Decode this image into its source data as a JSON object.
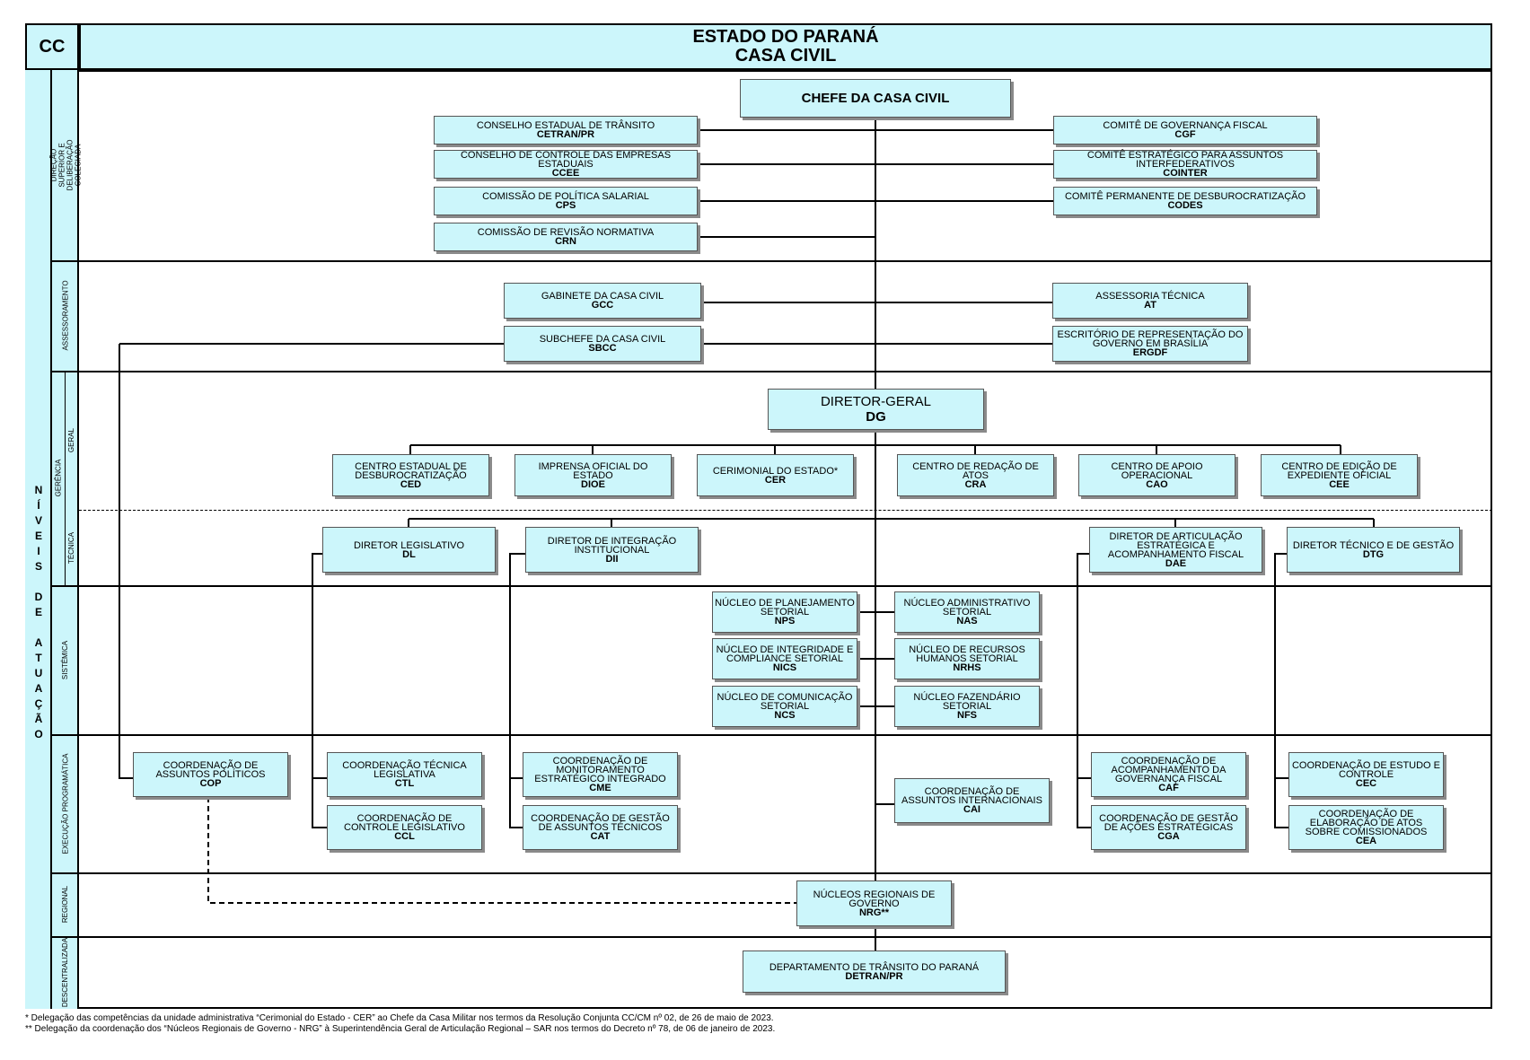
{
  "header": {
    "code": "CC",
    "title_line1": "ESTADO DO PARANÁ",
    "title_line2": "CASA CIVIL"
  },
  "side_label": "NÍVEIS DE ATUAÇÃO",
  "levels": {
    "direcao": "DIREÇÃO SUPERIOR E DELIBERAÇÃO COLEGIADA",
    "assessoramento": "ASSESSORAMENTO",
    "gerencia": "GERÊNCIA",
    "geral": "GERAL",
    "tecnica": "TÉCNICA",
    "sistemica": "SISTÊMICA",
    "execucao": "EXECUÇÃO PROGRAMÁTICA",
    "regional": "REGIONAL",
    "descentralizada": "DESCENTRALIZADA"
  },
  "units": {
    "chefe": {
      "name": "CHEFE DA CASA CIVIL"
    },
    "cetran": {
      "name": "CONSELHO ESTADUAL DE TRÂNSITO",
      "abbr": "CETRAN/PR"
    },
    "ccee": {
      "name": "CONSELHO DE CONTROLE DAS EMPRESAS ESTADUAIS",
      "abbr": "CCEE"
    },
    "cps": {
      "name": "COMISSÃO DE POLÍTICA SALARIAL",
      "abbr": "CPS"
    },
    "crn": {
      "name": "COMISSÃO DE REVISÃO NORMATIVA",
      "abbr": "CRN"
    },
    "cgf": {
      "name": "COMITÊ DE GOVERNANÇA FISCAL",
      "abbr": "CGF"
    },
    "cointer": {
      "name": "COMITÊ ESTRATÉGICO PARA ASSUNTOS INTERFEDERATIVOS",
      "abbr": "COINTER"
    },
    "codes": {
      "name": "COMITÊ PERMANENTE DE DESBUROCRATIZAÇÃO",
      "abbr": "CODES"
    },
    "gcc": {
      "name": "GABINETE DA CASA CIVIL",
      "abbr": "GCC"
    },
    "sbcc": {
      "name": "SUBCHEFE DA CASA CIVIL",
      "abbr": "SBCC"
    },
    "at": {
      "name": "ASSESSORIA TÉCNICA",
      "abbr": "AT"
    },
    "ergdf": {
      "name": "ESCRITÓRIO DE REPRESENTAÇÃO DO GOVERNO EM BRASÍLIA",
      "abbr": "ERGDF"
    },
    "dg": {
      "name": "DIRETOR-GERAL",
      "abbr": "DG"
    },
    "ced": {
      "name": "CENTRO ESTADUAL DE DESBUROCRATIZAÇÃO",
      "abbr": "CED"
    },
    "dioe": {
      "name": "IMPRENSA OFICIAL DO ESTADO",
      "abbr": "DIOE"
    },
    "cer": {
      "name": "CERIMONIAL DO ESTADO*",
      "abbr": "CER"
    },
    "cra": {
      "name": "CENTRO DE REDAÇÃO DE ATOS",
      "abbr": "CRA"
    },
    "cao": {
      "name": "CENTRO DE APOIO OPERACIONAL",
      "abbr": "CAO"
    },
    "cee": {
      "name": "CENTRO DE EDIÇÃO DE EXPEDIENTE OFICIAL",
      "abbr": "CEE"
    },
    "dl": {
      "name": "DIRETOR LEGISLATIVO",
      "abbr": "DL"
    },
    "dii": {
      "name": "DIRETOR DE INTEGRAÇÃO INSTITUCIONAL",
      "abbr": "DII"
    },
    "dae": {
      "name": "DIRETOR DE ARTICULAÇÃO ESTRATÉGICA E ACOMPANHAMENTO FISCAL",
      "abbr": "DAE"
    },
    "dtg": {
      "name": "DIRETOR TÉCNICO E DE GESTÃO",
      "abbr": "DTG"
    },
    "nps": {
      "name": "NÚCLEO DE PLANEJAMENTO SETORIAL",
      "abbr": "NPS"
    },
    "nics": {
      "name": "NÚCLEO DE INTEGRIDADE E COMPLIANCE SETORIAL",
      "abbr": "NICS"
    },
    "ncs": {
      "name": "NÚCLEO DE COMUNICAÇÃO SETORIAL",
      "abbr": "NCS"
    },
    "nas": {
      "name": "NÚCLEO ADMINISTRATIVO SETORIAL",
      "abbr": "NAS"
    },
    "nrhs": {
      "name": "NÚCLEO DE RECURSOS HUMANOS SETORIAL",
      "abbr": "NRHS"
    },
    "nfs": {
      "name": "NÚCLEO FAZENDÁRIO SETORIAL",
      "abbr": "NFS"
    },
    "cop": {
      "name": "COORDENAÇÃO DE ASSUNTOS POLÍTICOS",
      "abbr": "COP"
    },
    "ctl": {
      "name": "COORDENAÇÃO TÉCNICA LEGISLATIVA",
      "abbr": "CTL"
    },
    "ccl": {
      "name": "COORDENAÇÃO DE CONTROLE LEGISLATIVO",
      "abbr": "CCL"
    },
    "cme": {
      "name": "COORDENAÇÃO DE MONITORAMENTO ESTRATÉGICO INTEGRADO",
      "abbr": "CME"
    },
    "cat": {
      "name": "COORDENAÇÃO DE GESTÃO DE ASSUNTOS TÉCNICOS",
      "abbr": "CAT"
    },
    "cai": {
      "name": "COORDENAÇÃO DE ASSUNTOS INTERNACIONAIS",
      "abbr": "CAI"
    },
    "caf": {
      "name": "COORDENAÇÃO DE ACOMPANHAMENTO DA GOVERNANÇA FISCAL",
      "abbr": "CAF"
    },
    "cga": {
      "name": "COORDENAÇÃO DE GESTÃO DE AÇÕES ESTRATÉGICAS",
      "abbr": "CGA"
    },
    "cec": {
      "name": "COORDENAÇÃO DE ESTUDO E CONTROLE",
      "abbr": "CEC"
    },
    "cea": {
      "name": "COORDENAÇÃO DE ELABORAÇÃO DE ATOS SOBRE COMISSIONADOS",
      "abbr": "CEA"
    },
    "nrg": {
      "name": "NÚCLEOS REGIONAIS DE GOVERNO",
      "abbr": "NRG**"
    },
    "detran": {
      "name": "DEPARTAMENTO DE TRÂNSITO DO PARANÁ",
      "abbr": "DETRAN/PR"
    }
  },
  "footnotes": {
    "note1": "* Delegação das competências da unidade administrativa “Cerimonial do Estado - CER” ao Chefe da Casa Militar nos termos da Resolução Conjunta CC/CM nº 02, de 26 de maio de 2023.",
    "note2": "** Delegação da coordenação dos “Núcleos Regionais de Governo - NRG” à Superintendência Geral de Articulação Regional – SAR nos termos do Decreto nº 78, de 06 de janeiro de 2023."
  },
  "colors": {
    "box_fill": "#ccf6fb",
    "line": "#000000",
    "shadow": "#8a8a8a"
  }
}
